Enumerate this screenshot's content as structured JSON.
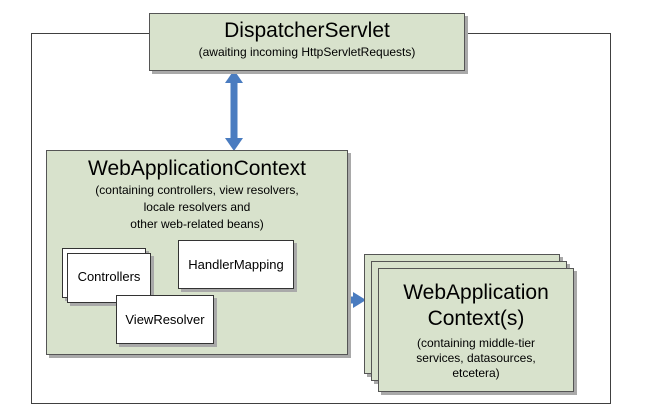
{
  "dispatcher": {
    "title": "DispatcherServlet",
    "subtitle": "(awaiting incoming HttpServletRequests)"
  },
  "web_app_context": {
    "title": "WebApplicationContext",
    "description_lines": [
      "(containing controllers, view resolvers,",
      "locale resolvers and",
      "other web-related beans)"
    ],
    "components": {
      "controllers": "Controllers",
      "handler_mapping": "HandlerMapping",
      "view_resolver": "ViewResolver"
    }
  },
  "root_context": {
    "title_lines": [
      "WebApplication",
      "Context(s)"
    ],
    "description_lines": [
      "(containing middle-tier",
      "services, datasources,",
      "etcetera)"
    ]
  },
  "colors": {
    "box_fill": "#d8e2cc",
    "arrow": "#4a7cc0",
    "shadow": "#a9a9a9"
  }
}
